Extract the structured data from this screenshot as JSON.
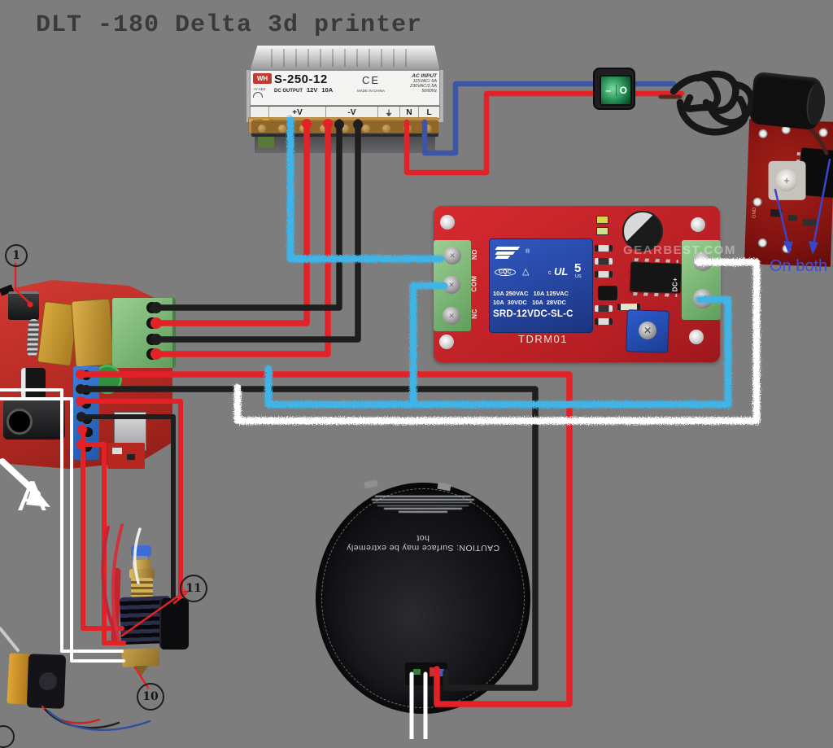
{
  "title": "DLT -180 Delta 3d printer",
  "psu": {
    "brand": "WH",
    "adj_label": "+V ADJ",
    "model": "S-250-12",
    "dc_output_label": "DC OUTPUT",
    "output_voltage": "12V",
    "output_current": "10A",
    "ce_mark": "CE",
    "made_in": "MADE IN CHINA",
    "ac_input_label": "AC INPUT",
    "ac_line1": "115VAC/ 5A",
    "ac_line2": "230VAC/2.5A",
    "ac_freq": "50/60Hz",
    "terminals": [
      "+V",
      "-V",
      "⏚",
      "N",
      "L"
    ]
  },
  "power_switch": {
    "on_mark": "–",
    "off_mark": "O"
  },
  "relay_module": {
    "left_terminal_labels": [
      "NO",
      "COM",
      "NC"
    ],
    "right_terminal_label": "DC+",
    "cqc_mark": "CQC",
    "cert_triangle": "△",
    "ul_c": "c",
    "ul_mark": "UL",
    "ul_us": "US",
    "ul_number": "5",
    "logo_reg_mark": "®",
    "ratings_line1": "10A 250VAC   10A 125VAC",
    "ratings_line2": "10A  30VDC   10A  28VDC",
    "relay_model": "SRD-12VDC-SL-C",
    "board_model": "TDRM01",
    "watermark": "GEARBEST.COM"
  },
  "mosfet_pcb": {
    "note": "On both en",
    "gnd_label": "GND"
  },
  "heated_bed": {
    "caution_text": "CAUTION: Surface may be extremely hot"
  },
  "callouts": {
    "c1": "1",
    "c10": "10",
    "c11": "11",
    "label_a": "A"
  },
  "colors": {
    "background": "#7d7d7d",
    "wire_red": "#e32227",
    "wire_black": "#1e1e1e",
    "wire_blue": "#3c55a5",
    "wire_cyan": "#40b4e6",
    "wire_white": "#ffffff",
    "board_red": "#c5252b",
    "relay_blue": "#2e54b8",
    "terminal_green": "#79b779",
    "psu_amber": "#e09a28",
    "annotation_blue": "#3647cc",
    "annotation_red": "#e32227"
  }
}
